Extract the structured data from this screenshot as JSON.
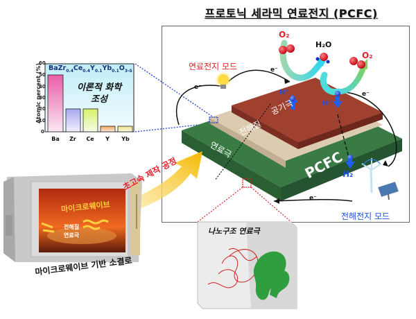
{
  "title": "프로토닉 세라믹 연료전지 (PCFC)",
  "main_diagram": {
    "fuel_cell_mode": "연료전지 모드",
    "electrolysis_mode": "전해전지 모드",
    "layers": {
      "air_electrode": "공기극",
      "electrolyte": "전해질",
      "fuel_electrode": "연료극",
      "cell_label": "PCFC"
    },
    "molecules": {
      "o2_left": "O₂",
      "h2o": "H₂O",
      "o2_right": "O₂",
      "h2": "H₂",
      "proton_left": "H⁺",
      "proton_right": "H⁺"
    },
    "electron_labels": [
      "e⁻",
      "e⁻",
      "e⁻",
      "e⁻"
    ],
    "colors": {
      "cathode": "#9b3a2c",
      "electrolyte": "#d9c7a8",
      "anode": "#2f6b3a",
      "fuel_mode_text": "#e8202a",
      "electrolysis_mode_text": "#1d4fe0"
    }
  },
  "process_arrow": {
    "label": "초고속 제작 공정",
    "color": "#f5c542"
  },
  "microwave": {
    "inner_label": "마이크로웨이브",
    "sample_top": "전해질",
    "sample_bottom": "연료극",
    "caption": "마이크로웨이브 기반 소결로"
  },
  "nanostructure": {
    "label": "나노구조 연료극"
  },
  "chart_data": {
    "type": "bar",
    "title": "BaZr0.4Ce0.4Y0.1Yb0.1O3-δ",
    "annotation": "이론적 화학 조성",
    "categories": [
      "Ba",
      "Zr",
      "Ce",
      "Y",
      "Yb"
    ],
    "values": [
      50,
      20,
      20,
      5,
      5
    ],
    "xlabel": "",
    "ylabel": "Atomic percent (%)",
    "ylim": [
      0,
      60
    ],
    "yticks": [
      "0",
      "10",
      "20",
      "30",
      "40",
      "50",
      "60"
    ],
    "bar_colors": [
      "#e85ca8",
      "#a8a8f0",
      "#d6f06a",
      "#f0a860",
      "#efe08a"
    ],
    "background": "#dff6fb",
    "grid": false,
    "legend": "none"
  }
}
